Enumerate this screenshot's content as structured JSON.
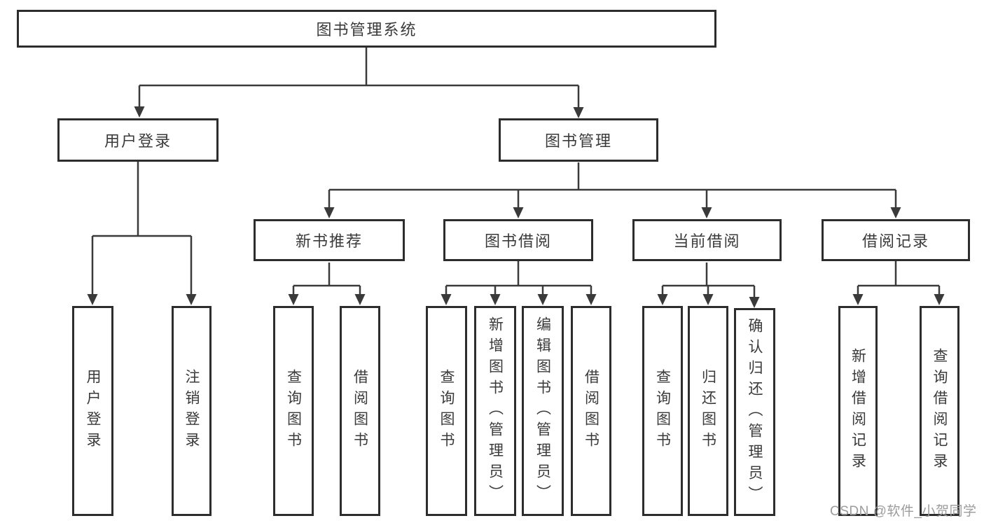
{
  "diagram": {
    "root": {
      "label": "图书管理系统",
      "children": [
        "用户登录",
        "图书管理"
      ]
    },
    "level2": [
      {
        "label": "用户登录",
        "children": [
          "用户登录",
          "注销登录"
        ]
      },
      {
        "label": "图书管理",
        "children": [
          "新书推荐",
          "图书借阅",
          "当前借阅",
          "借阅记录"
        ]
      }
    ],
    "level3": [
      {
        "label": "新书推荐",
        "children": [
          "查询图书",
          "借阅图书"
        ]
      },
      {
        "label": "图书借阅",
        "children": [
          "查询图书",
          "新增图书（管理员）",
          "编辑图书（管理员）",
          "借阅图书"
        ]
      },
      {
        "label": "当前借阅",
        "children": [
          "查询图书",
          "归还图书",
          "确认归还（管理员）"
        ]
      },
      {
        "label": "借阅记录",
        "children": [
          "新增借阅记录",
          "查询借阅记录"
        ]
      }
    ],
    "leaves": [
      {
        "label": "用户登录",
        "parent": "用户登录"
      },
      {
        "label": "注销登录",
        "parent": "用户登录"
      },
      {
        "label": "查询图书",
        "parent": "新书推荐"
      },
      {
        "label": "借阅图书",
        "parent": "新书推荐"
      },
      {
        "label": "查询图书",
        "parent": "图书借阅"
      },
      {
        "label": "新增图书（管理员）",
        "parent": "图书借阅"
      },
      {
        "label": "编辑图书（管理员）",
        "parent": "图书借阅"
      },
      {
        "label": "借阅图书",
        "parent": "图书借阅"
      },
      {
        "label": "查询图书",
        "parent": "当前借阅"
      },
      {
        "label": "归还图书",
        "parent": "当前借阅"
      },
      {
        "label": "确认归还（管理员）",
        "parent": "当前借阅"
      },
      {
        "label": "新增借阅记录",
        "parent": "借阅记录"
      },
      {
        "label": "查询借阅记录",
        "parent": "借阅记录"
      }
    ]
  },
  "watermark": {
    "text": "CSDN @软件_小贺同学",
    "color": "#9c9c9c"
  },
  "colors": {
    "background": "#ffffff",
    "box_border": "#2d2d2d",
    "text": "#3a3a3a",
    "connector": "#3a3a3a"
  }
}
